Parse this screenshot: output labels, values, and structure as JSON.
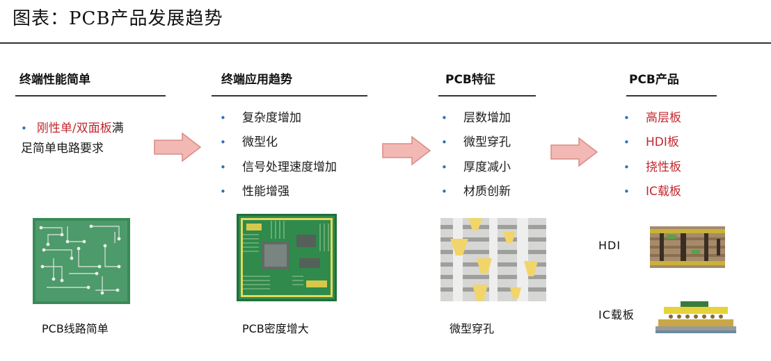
{
  "title": "图表：PCB产品发展趋势",
  "columns": [
    {
      "heading": "终端性能简单",
      "text_red": "刚性单/双面板",
      "text_rest_line1": "满",
      "text_line2": "足简单电路要求",
      "caption": "PCB线路简单"
    },
    {
      "heading": "终端应用趋势",
      "items": [
        "复杂度增加",
        "微型化",
        "信号处理速度增加",
        "性能增强"
      ],
      "caption": "PCB密度增大"
    },
    {
      "heading": "PCB特征",
      "items": [
        "层数增加",
        "微型穿孔",
        "厚度减小",
        "材质创新"
      ],
      "caption": "微型穿孔"
    },
    {
      "heading": "PCB产品",
      "items": [
        "高层板",
        "HDI板",
        "挠性板",
        "IC载板"
      ],
      "labels": [
        "HDI",
        "IC载板"
      ]
    }
  ],
  "colors": {
    "arrow_fill": "#f2b8b3",
    "arrow_stroke": "#d98a86",
    "highlight": "#c0282d",
    "bullet": "#2a73b8",
    "pcb_green": "#2f8a4c"
  }
}
